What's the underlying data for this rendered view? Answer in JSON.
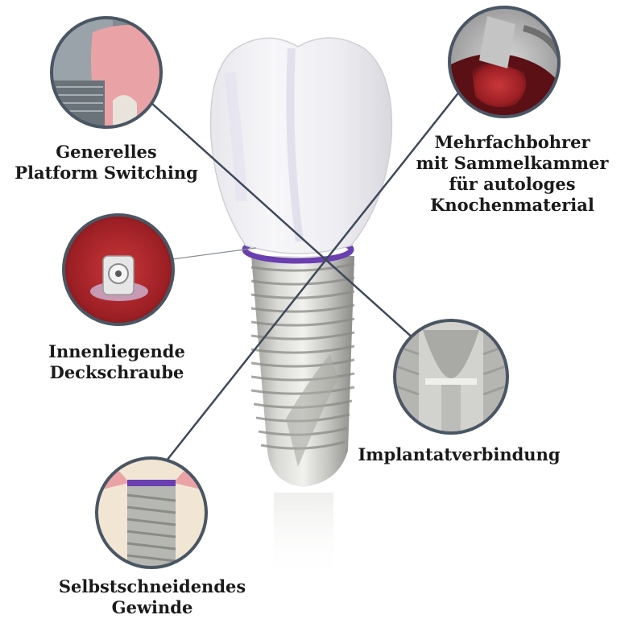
{
  "labels": {
    "platform_switching": [
      "Generelles",
      "Platform Switching"
    ],
    "drill": [
      "Mehrfachbohrer",
      "mit Sammelkammer",
      "für autologes",
      "Knochenmaterial"
    ],
    "cover_screw": [
      "Innenliegende",
      "Deckschraube"
    ],
    "connection": [
      "Implantatverbindung"
    ],
    "thread": [
      "Selbstschneidendes",
      "Gewinde"
    ]
  },
  "colors": {
    "collar": "#6a3fb0",
    "pointer_line": "#3d4a5a",
    "circle_border": "#4a5663",
    "tissue_pink": "#e9a3a6",
    "tissue_red": "#b5262a"
  }
}
